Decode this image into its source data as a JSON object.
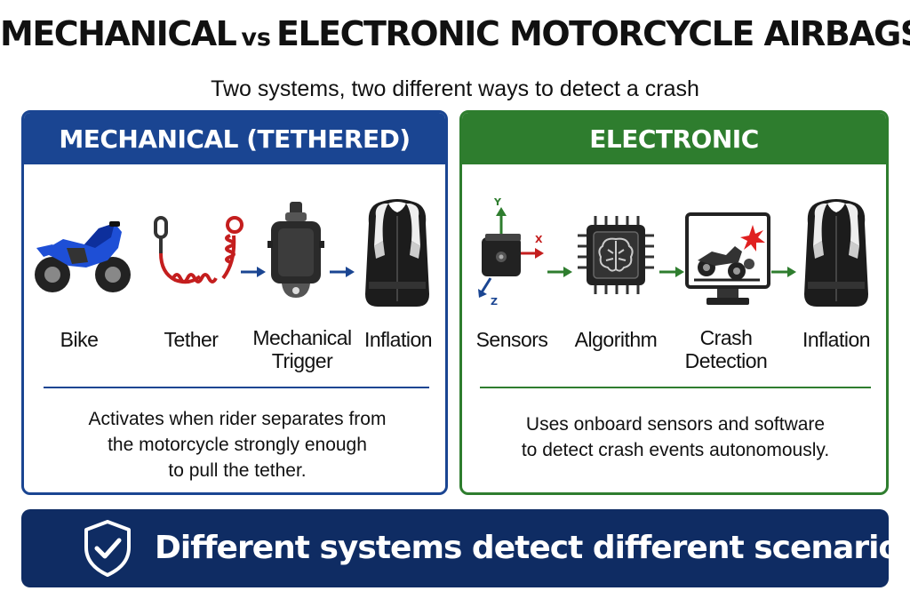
{
  "title": {
    "part1": "MECHANICAL",
    "vs": "vs",
    "part2": "ELECTRONIC MOTORCYCLE AIRBAGS"
  },
  "subtitle": "Two systems, two different ways to detect a crash",
  "mechanical": {
    "header": "MECHANICAL (TETHERED)",
    "steps": [
      {
        "label": "Bike",
        "icon": "motorcycle-icon"
      },
      {
        "label": "Tether",
        "icon": "tether-icon"
      },
      {
        "label_line1": "Mechanical",
        "label_line2": "Trigger",
        "icon": "trigger-icon"
      },
      {
        "label": "Inflation",
        "icon": "airbag-vest-icon"
      }
    ],
    "description": [
      "Activates when rider separates from",
      "the motorcycle strongly enough",
      "to pull the tether."
    ]
  },
  "electronic": {
    "header": "ELECTRONIC",
    "axis_labels": {
      "x": "X",
      "y": "Y",
      "z": "Z"
    },
    "steps": [
      {
        "label": "Sensors",
        "icon": "sensor-icon"
      },
      {
        "label": "Algorithm",
        "icon": "chip-icon"
      },
      {
        "label_line1": "Crash",
        "label_line2": "Detection",
        "icon": "crash-monitor-icon"
      },
      {
        "label": "Inflation",
        "icon": "airbag-vest-icon"
      }
    ],
    "description": [
      "Uses onboard sensors and software",
      "to detect crash events autonomously."
    ]
  },
  "banner": {
    "text": "Different systems detect different scenarios.",
    "icon": "shield-check-icon"
  },
  "colors": {
    "mechanical": "#1a4592",
    "electronic": "#2e7d2e",
    "banner": "#0f2c63",
    "tether": "#c41e1e",
    "bike": "#1e4fd6",
    "crash_burst": "#e02020"
  }
}
